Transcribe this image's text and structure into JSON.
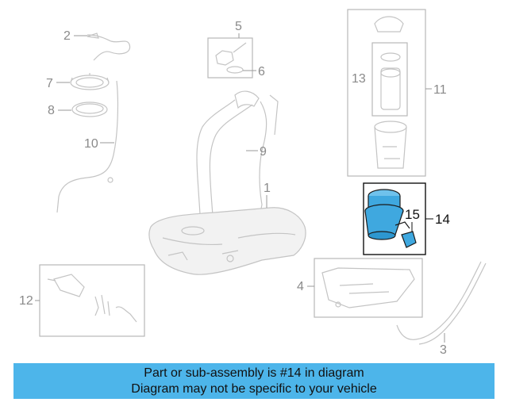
{
  "callouts": {
    "c1": "1",
    "c2": "2",
    "c3": "3",
    "c4": "4",
    "c5": "5",
    "c6": "6",
    "c7": "7",
    "c8": "8",
    "c9": "9",
    "c10": "10",
    "c11": "11",
    "c12": "12",
    "c13": "13",
    "c14": "14",
    "c15": "15"
  },
  "highlight": {
    "part": "14",
    "color": "#3fa8df"
  },
  "notice": {
    "line1": "Part or sub-assembly is #14 in diagram",
    "line2": "Diagram may not be specific to your vehicle",
    "background": "#4db5ea"
  }
}
